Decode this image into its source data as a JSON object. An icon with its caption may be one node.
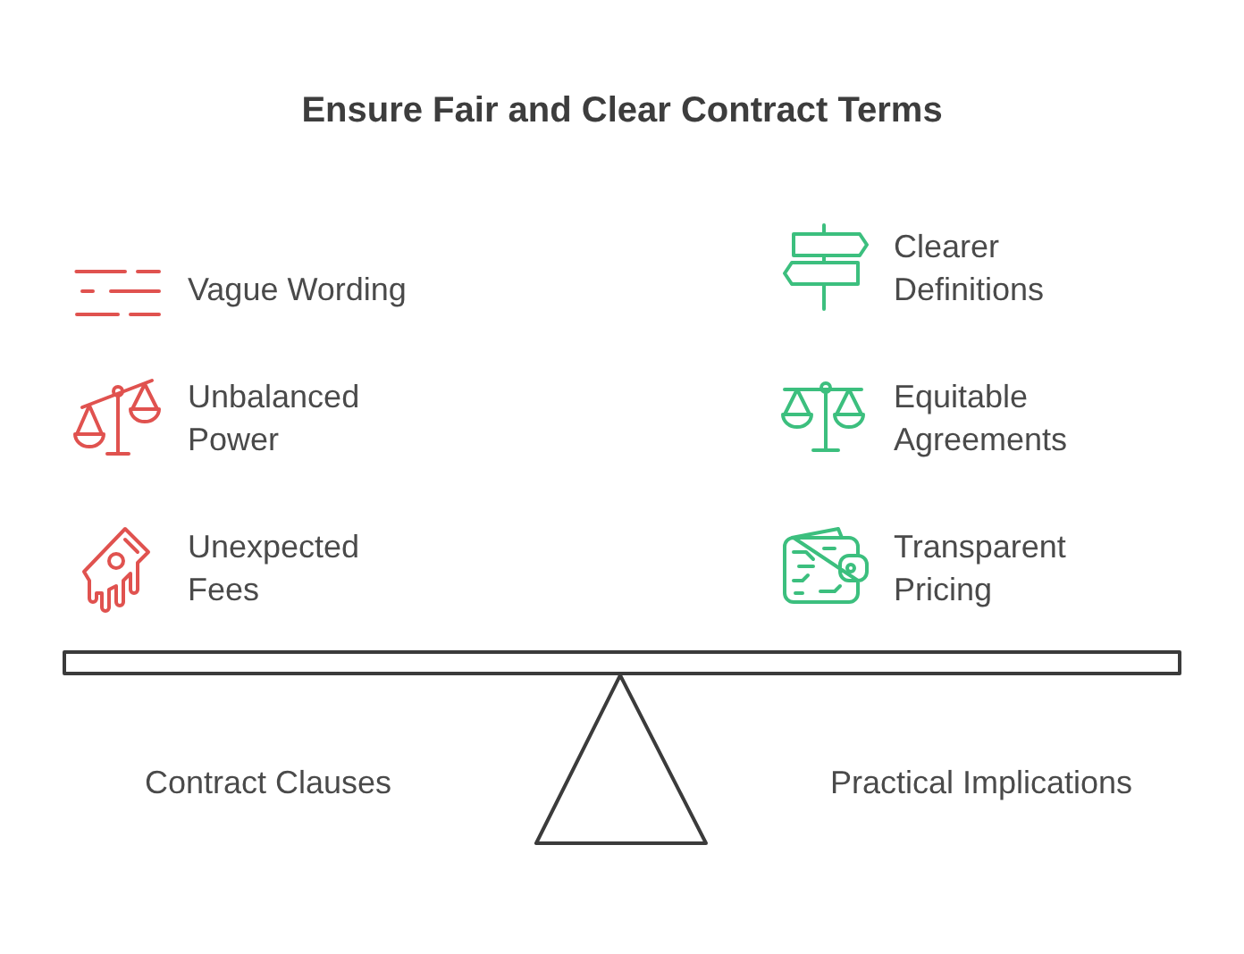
{
  "diagram": {
    "title": "Ensure Fair and Clear Contract Terms",
    "labels": [
      "Vague Wording",
      "Clearer Definitions",
      "Unbalanced Power",
      "Equitable Agreements",
      "Unexpected Fees",
      "Transparent Pricing",
      "Contract Clauses",
      "Practical Implications"
    ]
  }
}
